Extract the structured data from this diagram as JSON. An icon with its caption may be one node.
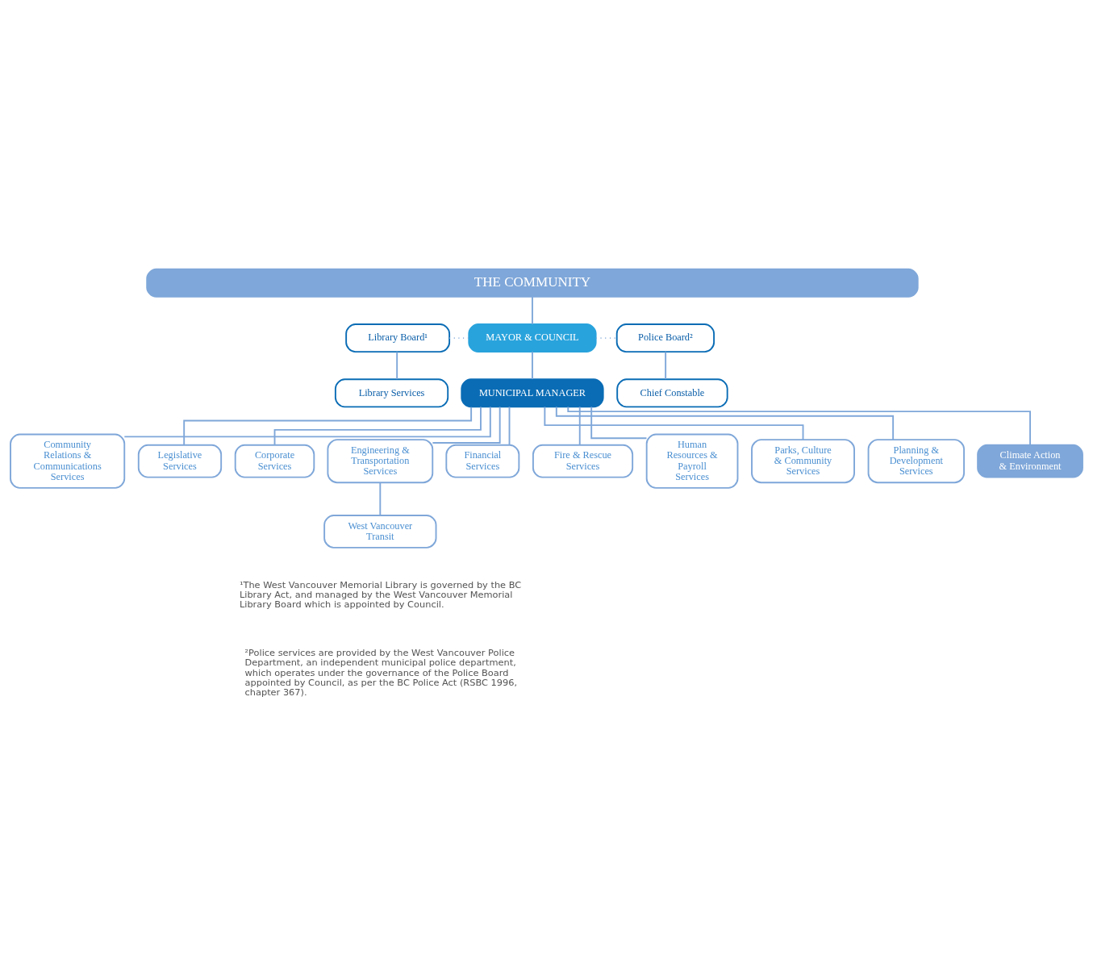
{
  "diagram": {
    "nodes": [
      {
        "text": [
          "THE COMMUNITY"
        ]
      },
      {
        "text": [
          "Library Board¹"
        ]
      },
      {
        "text": [
          "MAYOR & COUNCIL"
        ]
      },
      {
        "text": [
          "Police Board²"
        ]
      },
      {
        "text": [
          "Library Services"
        ]
      },
      {
        "text": [
          "MUNICIPAL MANAGER"
        ]
      },
      {
        "text": [
          "Chief Constable"
        ]
      },
      {
        "text": [
          "Community Relations & Communications Services"
        ]
      },
      {
        "text": [
          "Legislative Services"
        ]
      },
      {
        "text": [
          "Corporate Services"
        ]
      },
      {
        "text": [
          "Engineering & Transportation Services"
        ]
      },
      {
        "text": [
          "Financial Services"
        ]
      },
      {
        "text": [
          "Fire & Rescue Services"
        ]
      },
      {
        "text": [
          "Human Resources & Payroll Services"
        ]
      },
      {
        "text": [
          "Parks, Culture & Community Services"
        ]
      },
      {
        "text": [
          "Planning & Development Services"
        ]
      },
      {
        "text": [
          "Climate Action & Environment"
        ]
      },
      {
        "text": [
          "West Vancouver Transit"
        ]
      }
    ],
    "edges": [
      {
        "from": 0,
        "to": 2,
        "arrow": "none"
      },
      {
        "from": 1,
        "to": 2,
        "arrow": "none",
        "style": "dashed"
      },
      {
        "from": 2,
        "to": 3,
        "arrow": "none",
        "style": "dashed"
      },
      {
        "from": 1,
        "to": 4,
        "arrow": "none"
      },
      {
        "from": 2,
        "to": 5,
        "arrow": "none"
      },
      {
        "from": 3,
        "to": 6,
        "arrow": "none"
      },
      {
        "from": 5,
        "to": 7,
        "arrow": "none"
      },
      {
        "from": 5,
        "to": 8,
        "arrow": "none"
      },
      {
        "from": 5,
        "to": 9,
        "arrow": "none"
      },
      {
        "from": 5,
        "to": 10,
        "arrow": "none"
      },
      {
        "from": 5,
        "to": 11,
        "arrow": "none"
      },
      {
        "from": 5,
        "to": 12,
        "arrow": "none"
      },
      {
        "from": 5,
        "to": 13,
        "arrow": "none"
      },
      {
        "from": 5,
        "to": 14,
        "arrow": "none"
      },
      {
        "from": 5,
        "to": 15,
        "arrow": "none"
      },
      {
        "from": 5,
        "to": 16,
        "arrow": "none"
      },
      {
        "from": 10,
        "to": 17,
        "arrow": "none"
      }
    ],
    "labels": [
      "¹The West Vancouver Memorial Library is governed by the BC Library Act, and managed by the West Vancouver Memorial Library Board which is appointed by Council.",
      "²Police services are provided by the West Vancouver Police Department, an independent municipal police department, which operates under the governance of the Police Board appointed by Council, as per the BC Police Act (RSBC 1996, chapter 367)."
    ]
  }
}
